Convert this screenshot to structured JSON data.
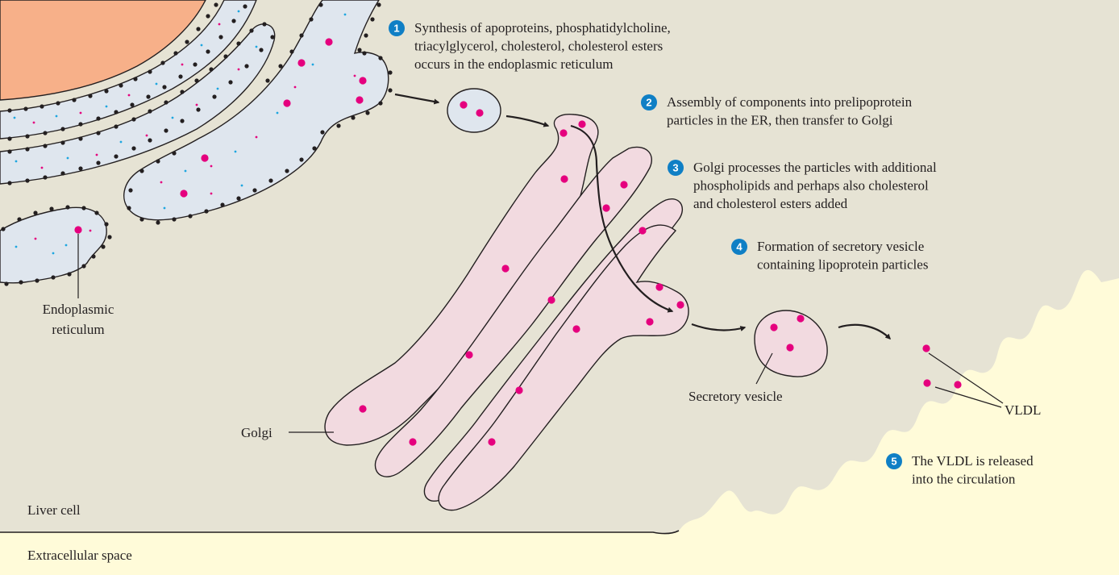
{
  "colors": {
    "cytoplasm": "#e6e3d4",
    "extracellular": "#fffbd9",
    "nucleus": "#f7b089",
    "er_fill": "#dfe6ee",
    "golgi_fill": "#f2dae0",
    "particle": "#e5007e",
    "ribosome": "#231f20",
    "er_speck": "#1ea6e0",
    "step_badge": "#0f7fc5",
    "outline": "#231f20"
  },
  "steps": [
    {
      "number": "1",
      "lines": [
        "Synthesis of apoproteins, phosphatidylcholine,",
        "triacylglycerol, cholesterol, cholesterol esters",
        "occurs in the endoplasmic reticulum"
      ]
    },
    {
      "number": "2",
      "lines": [
        "Assembly of components into prelipoprotein",
        "particles in the ER, then transfer to Golgi"
      ]
    },
    {
      "number": "3",
      "lines": [
        "Golgi processes the particles with additional",
        "phospholipids and perhaps also cholesterol",
        "and cholesterol esters added"
      ]
    },
    {
      "number": "4",
      "lines": [
        "Formation of secretory vesicle",
        "containing lipoprotein particles"
      ]
    },
    {
      "number": "5",
      "lines": [
        "The VLDL is released",
        "into the circulation"
      ]
    }
  ],
  "labels": {
    "er": [
      "Endoplasmic",
      "reticulum"
    ],
    "golgi": "Golgi",
    "secretory_vesicle": "Secretory vesicle",
    "vldl": "VLDL",
    "liver_cell": "Liver cell",
    "extracellular_space": "Extracellular space"
  }
}
